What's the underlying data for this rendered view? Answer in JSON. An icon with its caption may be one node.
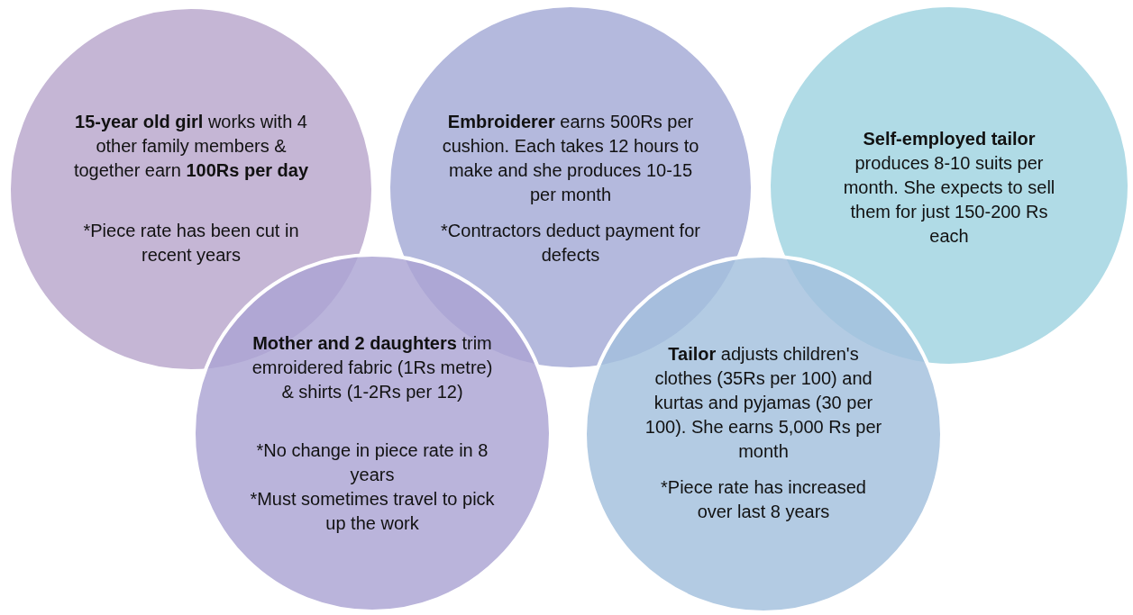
{
  "diagram": {
    "nodes": [
      {
        "text": [
          "**15-year old girl** works with 4 other family members & together earn **100Rs per day**",
          "*Piece rate has been cut in recent years"
        ]
      },
      {
        "text": [
          "**Embroiderer** earns 500Rs per cushion. Each takes 12 hours to make and she produces 10-15 per month",
          "*Contractors deduct payment for defects"
        ]
      },
      {
        "text": [
          "**Self-employed tailor** produces 8-10 suits per month. She expects to sell them for just 150-200 Rs each"
        ]
      },
      {
        "text": [
          "**Mother and 2 daughters** trim emroidered fabric (1Rs metre) & shirts (1-2Rs per 12)",
          "*No change in piece rate in 8 years",
          "*Must sometimes travel to pick up the work"
        ]
      },
      {
        "text": [
          "**Tailor** adjusts children's clothes (35Rs per 100) and kurtas and pyjamas (30 per 100). She earns 5,000 Rs per month",
          "*Piece rate has increased over last 8 years"
        ]
      }
    ]
  }
}
